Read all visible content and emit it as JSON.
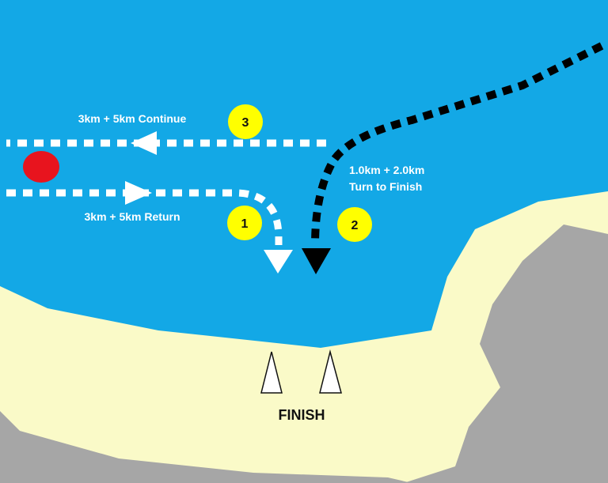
{
  "colors": {
    "water": "#13a8e6",
    "sand": "#fafac8",
    "rock": "#a6a6a6",
    "marker": "#ffff00",
    "buoy": "#e8141e",
    "route_light": "#ffffff",
    "route_dark": "#000000"
  },
  "routes": {
    "continue_label": "3km + 5km Continue",
    "return_label": "3km + 5km Return",
    "turn_label_line1": "1.0km + 2.0km",
    "turn_label_line2": "Turn to Finish"
  },
  "markers": {
    "m1": "1",
    "m2": "2",
    "m3": "3"
  },
  "finish": {
    "label": "FINISH"
  }
}
